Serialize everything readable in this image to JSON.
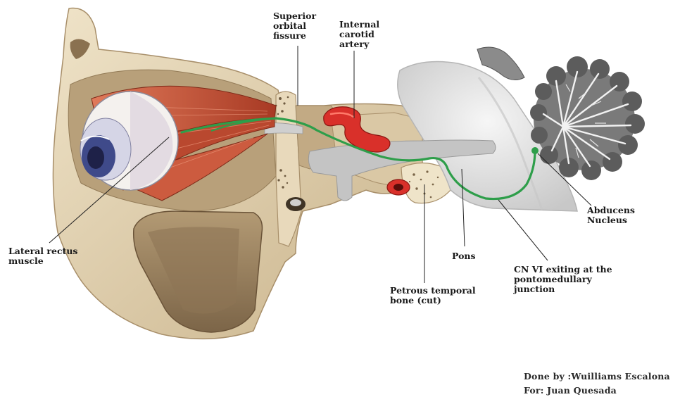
{
  "labels": {
    "superior_orbital_fissure": "Superior\norbital\nfissure",
    "internal_carotid_artery": "Internal\ncarotid\nartery",
    "lateral_rectus_muscle": "Lateral rectus\nmuscle",
    "abducens_nucleus": "Abducens\nNucleus",
    "pons": "Pons",
    "cn_vi_exit": "CN VI exiting at the\npontomedullary\njunction",
    "petrous_temporal_bone": "Petrous temporal\nbone (cut)"
  },
  "credits": {
    "done_by": "Done by :Wuilliams Escalona",
    "for": "For: Juan Quesada"
  },
  "colors": {
    "bone": "#d9c6a3",
    "bone_light": "#efe3c8",
    "bone_shadow": "#9d8462",
    "muscle": "#c4563a",
    "nerve": "#2e9e4a",
    "artery": "#d9302a",
    "brainstem": "#e6e6e6",
    "cerebellum": "#6e6e6e"
  }
}
